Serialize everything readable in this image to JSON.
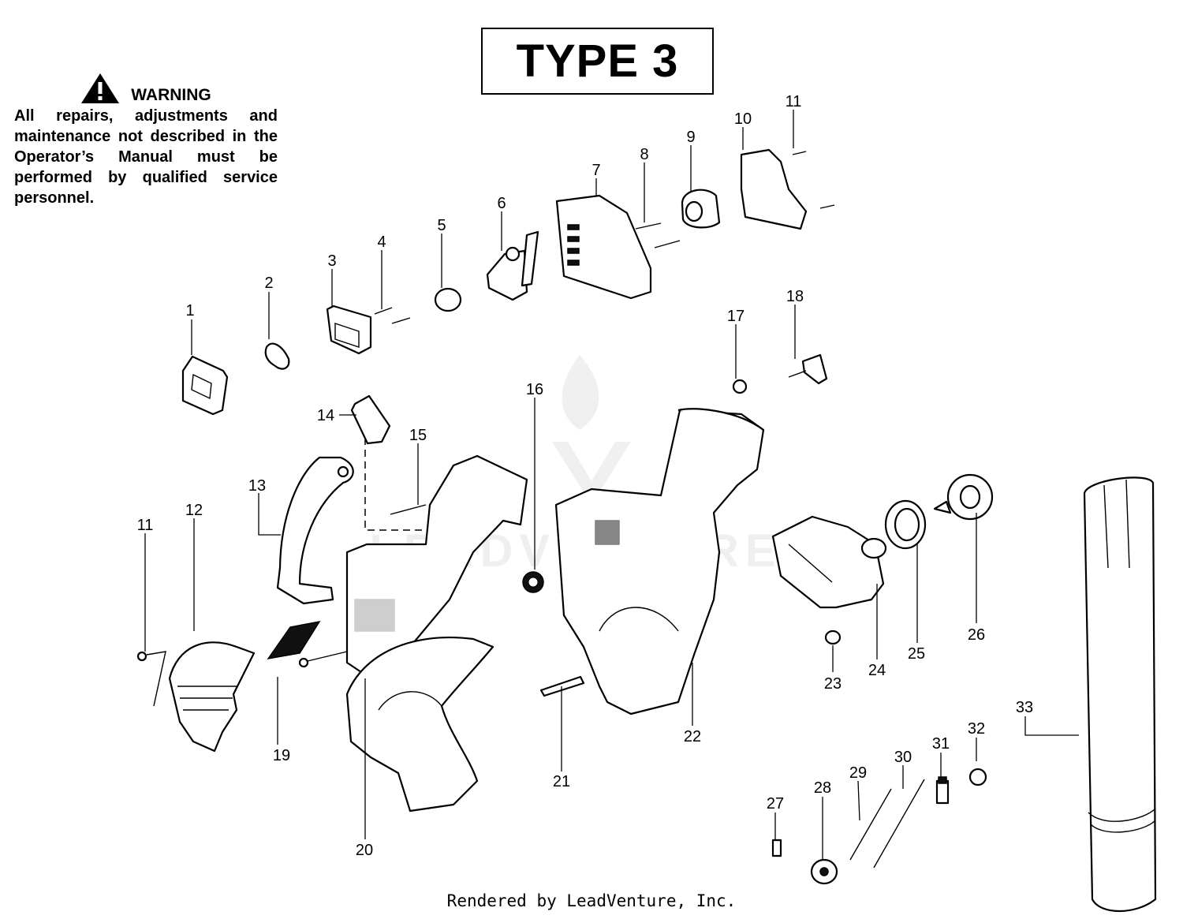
{
  "title": "TYPE 3",
  "warning": {
    "icon": "warning-triangle-icon",
    "heading": "WARNING",
    "text": "All repairs, adjustments and maintenance not described in the Operator’s Manual must be performed by qualified service personnel."
  },
  "watermark": "LEADVENTURE",
  "footer": "Rendered by LeadVenture, Inc.",
  "callouts": [
    "1",
    "2",
    "3",
    "4",
    "5",
    "6",
    "7",
    "8",
    "9",
    "10",
    "11",
    "18",
    "17",
    "16",
    "15",
    "14",
    "13",
    "12",
    "11",
    "19",
    "20",
    "21",
    "22",
    "23",
    "24",
    "25",
    "26",
    "27",
    "28",
    "29",
    "30",
    "31",
    "32",
    "33"
  ]
}
